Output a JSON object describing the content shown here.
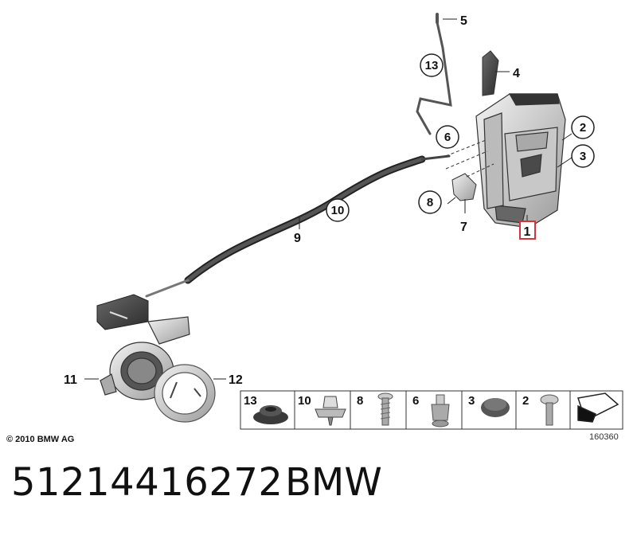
{
  "diagram": {
    "callouts": {
      "c1": "1",
      "c2": "2",
      "c3": "3",
      "c4": "4",
      "c5": "5",
      "c6": "6",
      "c7": "7",
      "c8": "8",
      "c9": "9",
      "c10": "10",
      "c11": "11",
      "c12": "12",
      "c13": "13"
    },
    "legend": [
      {
        "label": "13"
      },
      {
        "label": "10"
      },
      {
        "label": "8"
      },
      {
        "label": "6"
      },
      {
        "label": "3"
      },
      {
        "label": "2"
      }
    ],
    "copyright": "© 2010 BMW AG",
    "image_number": "160360",
    "highlight_color": "#d6333f"
  },
  "footer": {
    "part_number": "51214416272",
    "brand": "BMW"
  }
}
